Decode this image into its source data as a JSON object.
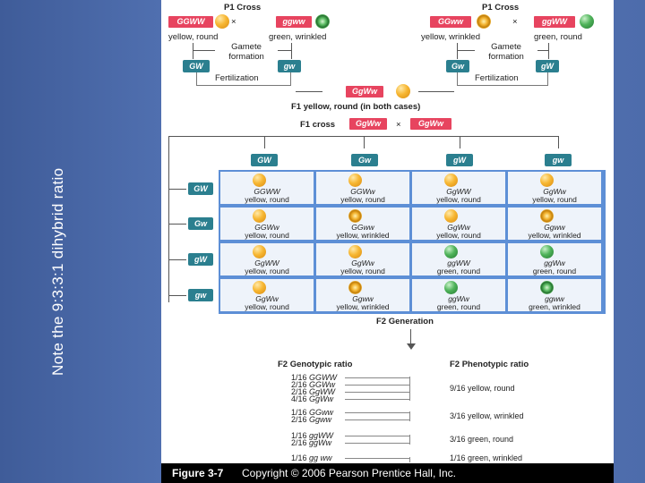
{
  "side_title": "Note the 9:3:3:1 dihybrid ratio",
  "caption": {
    "figure": "Figure 3-7",
    "copyright": "Copyright © 2006 Pearson Prentice Hall, Inc."
  },
  "p1_left": {
    "title": "P1 Cross",
    "parent1": "GGWW",
    "parent2": "ggww",
    "sign": "×",
    "pheno1": "yellow, round",
    "pheno2": "green, wrinkled",
    "gamete_label": "Gamete formation",
    "gamete1": "GW",
    "gamete2": "gw",
    "fert": "Fertilization"
  },
  "p1_right": {
    "title": "P1 Cross",
    "parent1": "GGww",
    "parent2": "ggWW",
    "sign": "×",
    "pheno1": "yellow, wrinkled",
    "pheno2": "green, round",
    "gamete_label": "Gamete formation",
    "gamete1": "Gw",
    "gamete2": "gW",
    "fert": "Fertilization"
  },
  "f1": {
    "genotype": "GgWw",
    "label": "F1 yellow, round (in both cases)",
    "cross_label": "F1 cross",
    "cross1": "GgWw",
    "sign": "×",
    "cross2": "GgWw"
  },
  "gametes_top": [
    "GW",
    "Gw",
    "gW",
    "gw"
  ],
  "gametes_left": [
    "GW",
    "Gw",
    "gW",
    "gw"
  ],
  "punnett": [
    [
      {
        "g": "GGWW",
        "p": "yellow, round",
        "pea": "y-round"
      },
      {
        "g": "GGWw",
        "p": "yellow, round",
        "pea": "y-round"
      },
      {
        "g": "GgWW",
        "p": "yellow, round",
        "pea": "y-round"
      },
      {
        "g": "GgWw",
        "p": "yellow, round",
        "pea": "y-round"
      }
    ],
    [
      {
        "g": "GGWw",
        "p": "yellow, round",
        "pea": "y-round"
      },
      {
        "g": "GGww",
        "p": "yellow, wrinkled",
        "pea": "y-wr"
      },
      {
        "g": "GgWw",
        "p": "yellow, round",
        "pea": "y-round"
      },
      {
        "g": "Ggww",
        "p": "yellow, wrinkled",
        "pea": "y-wr"
      }
    ],
    [
      {
        "g": "GgWW",
        "p": "yellow, round",
        "pea": "y-round"
      },
      {
        "g": "GgWw",
        "p": "yellow, round",
        "pea": "y-round"
      },
      {
        "g": "ggWW",
        "p": "green, round",
        "pea": "g-round"
      },
      {
        "g": "ggWw",
        "p": "green, round",
        "pea": "g-round"
      }
    ],
    [
      {
        "g": "GgWw",
        "p": "yellow, round",
        "pea": "y-round"
      },
      {
        "g": "Ggww",
        "p": "yellow, wrinkled",
        "pea": "y-wr"
      },
      {
        "g": "ggWw",
        "p": "green, round",
        "pea": "g-round"
      },
      {
        "g": "ggww",
        "p": "green, wrinkled",
        "pea": "g-wr"
      }
    ]
  ],
  "f2_label": "F2 Generation",
  "ratios": {
    "geno_title": "F2 Genotypic ratio",
    "pheno_title": "F2 Phenotypic ratio",
    "groups": [
      {
        "lines": [
          {
            "f": "1/16",
            "g": "GGWW"
          },
          {
            "f": "2/16",
            "g": "GGWw"
          },
          {
            "f": "2/16",
            "g": "GgWW"
          },
          {
            "f": "4/16",
            "g": "GgWw"
          }
        ],
        "pheno": "9/16 yellow, round"
      },
      {
        "lines": [
          {
            "f": "1/16",
            "g": "GGww"
          },
          {
            "f": "2/16",
            "g": "Ggww"
          }
        ],
        "pheno": "3/16 yellow, wrinkled"
      },
      {
        "lines": [
          {
            "f": "1/16",
            "g": "ggWW"
          },
          {
            "f": "2/16",
            "g": "ggWw"
          }
        ],
        "pheno": "3/16 green, round"
      },
      {
        "lines": [
          {
            "f": "1/16",
            "g": "gg ww"
          }
        ],
        "pheno": "1/16 green, wrinkled"
      }
    ]
  }
}
